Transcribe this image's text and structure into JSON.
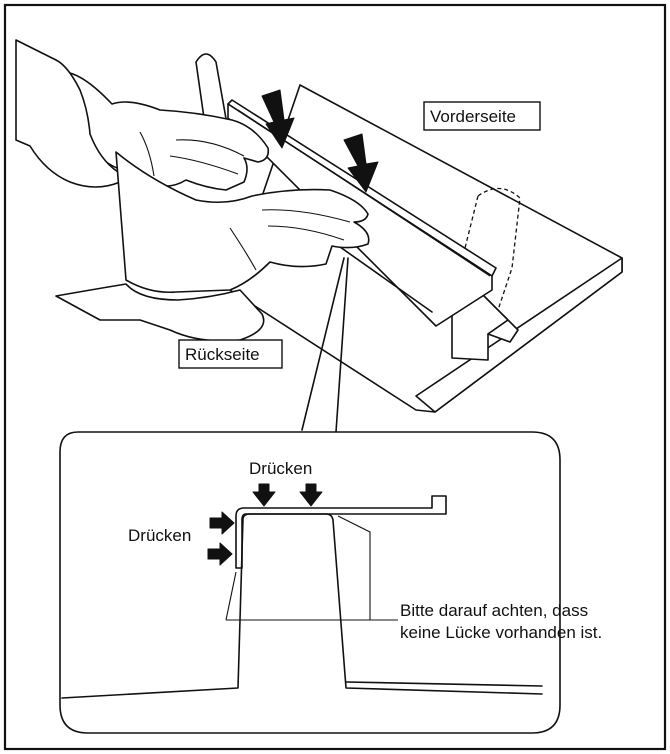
{
  "labels": {
    "front": "Vorderseite",
    "back": "Rückseite",
    "press_top": "Drücken",
    "press_side": "Drücken",
    "note_line1": "Bitte darauf achten, dass",
    "note_line2": "keine Lücke vorhanden ist."
  },
  "icons": {
    "press": "down-arrow-icon",
    "press_side": "right-arrow-icon"
  },
  "colors": {
    "line": "#111111",
    "background": "#ffffff"
  }
}
